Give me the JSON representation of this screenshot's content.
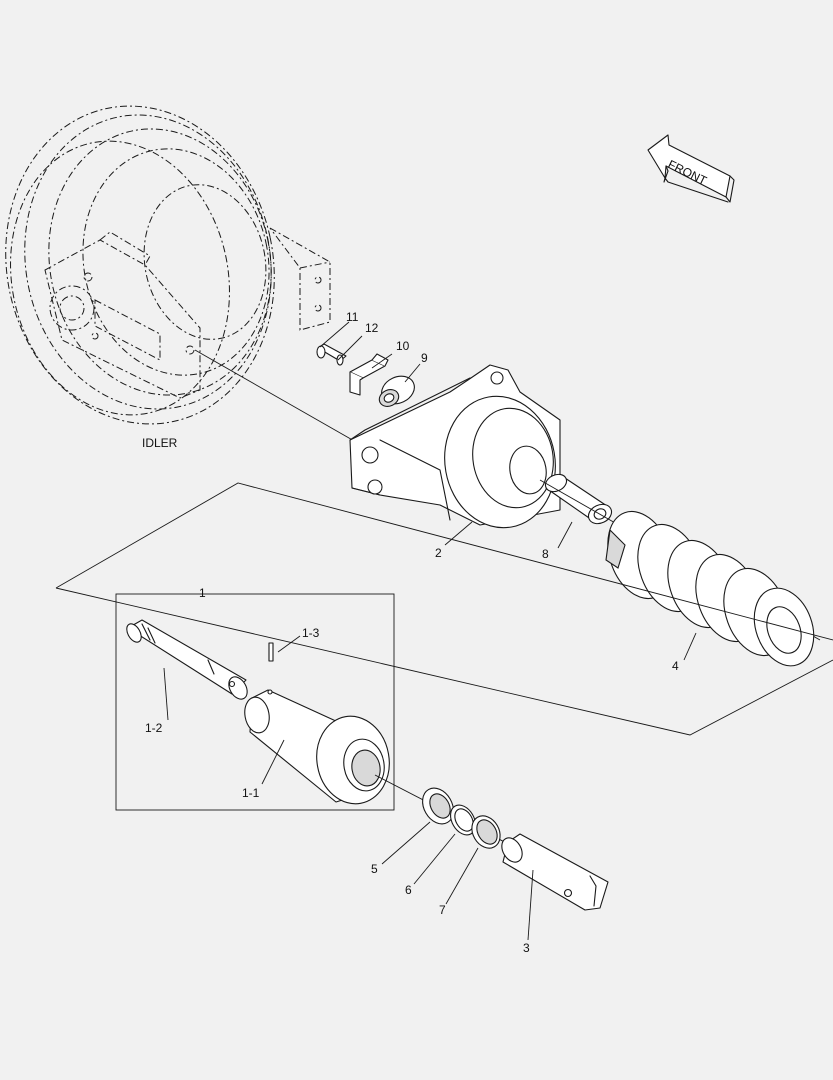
{
  "text_labels": {
    "idler": "IDLER",
    "front": "FRONT"
  },
  "callouts": [
    "1",
    "1-1",
    "1-2",
    "1-3",
    "2",
    "3",
    "4",
    "5",
    "6",
    "7",
    "8",
    "9",
    "10",
    "11",
    "12"
  ],
  "icons": {
    "front_arrow": "front-arrow-icon"
  },
  "colors": {
    "background": "#f1f1f1",
    "line": "#1a1a1a",
    "part_fill": "#ffffff"
  }
}
